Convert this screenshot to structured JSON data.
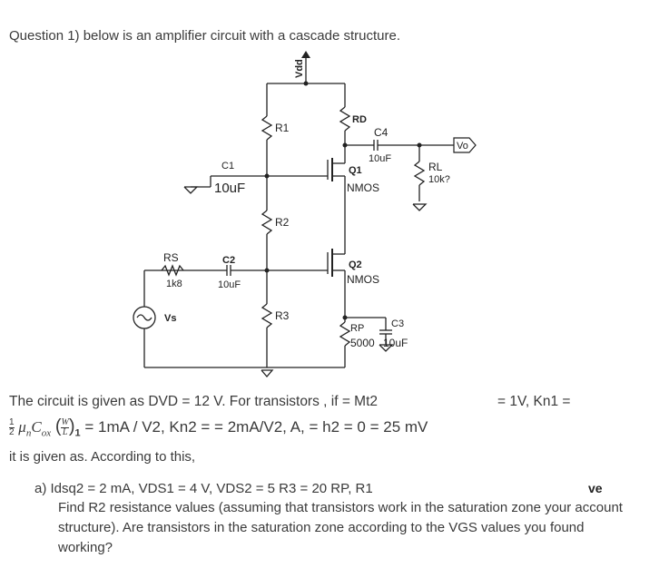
{
  "question": {
    "title": "Question 1) below is an amplifier circuit with a cascade structure."
  },
  "circuit": {
    "labels": {
      "vdd": "Vdd",
      "r1": "R1",
      "r2": "R2",
      "r3": "R3",
      "rd": "RD",
      "c4": "C4",
      "c4_value": "10uF",
      "vo": "Vo",
      "rl": "RL",
      "rl_value": "10k?",
      "q1": "Q1",
      "q1_type": "NMOS",
      "q2": "Q2",
      "q2_type": "NMOS",
      "c1": "C1",
      "c1_value": "10uF",
      "c2": "C2",
      "c2_value": "10uF",
      "rs": "RS",
      "rs_value": "1k8",
      "vs": "Vs",
      "rp": "RP",
      "rp_value": "5000",
      "c3": "C3",
      "c3_value": "10uF"
    }
  },
  "text": {
    "line1": "The circuit is given as DVD = 12 V. For transistors , if = Mt2",
    "line1_right": "= 1V, Kn1 =",
    "line2_frac": "1",
    "line2_frac_den": "2",
    "line2_mu": "μ",
    "line2_n": "n",
    "line2_c": "C",
    "line2_ox": "ox",
    "line2_w": "W",
    "line2_l": "L",
    "line2_sub": "1",
    "line2_rest": "= 1mA / V2, Kn2 = = 2mA/V2, A, = h2 = 0 = 25 mV",
    "line3": "it is given as. According to this,",
    "line4": "a) Idsq2 = 2 mA, VDS1 = 4 V, VDS2 = 5 R3 = 20 RP, R1",
    "line4_right": "ve",
    "line5": "Find R2 resistance values (assuming that transistors work in the saturation zone your account",
    "line6": "structure). Are transistors in the saturation zone according to the VGS values you found",
    "line7": "working?"
  }
}
